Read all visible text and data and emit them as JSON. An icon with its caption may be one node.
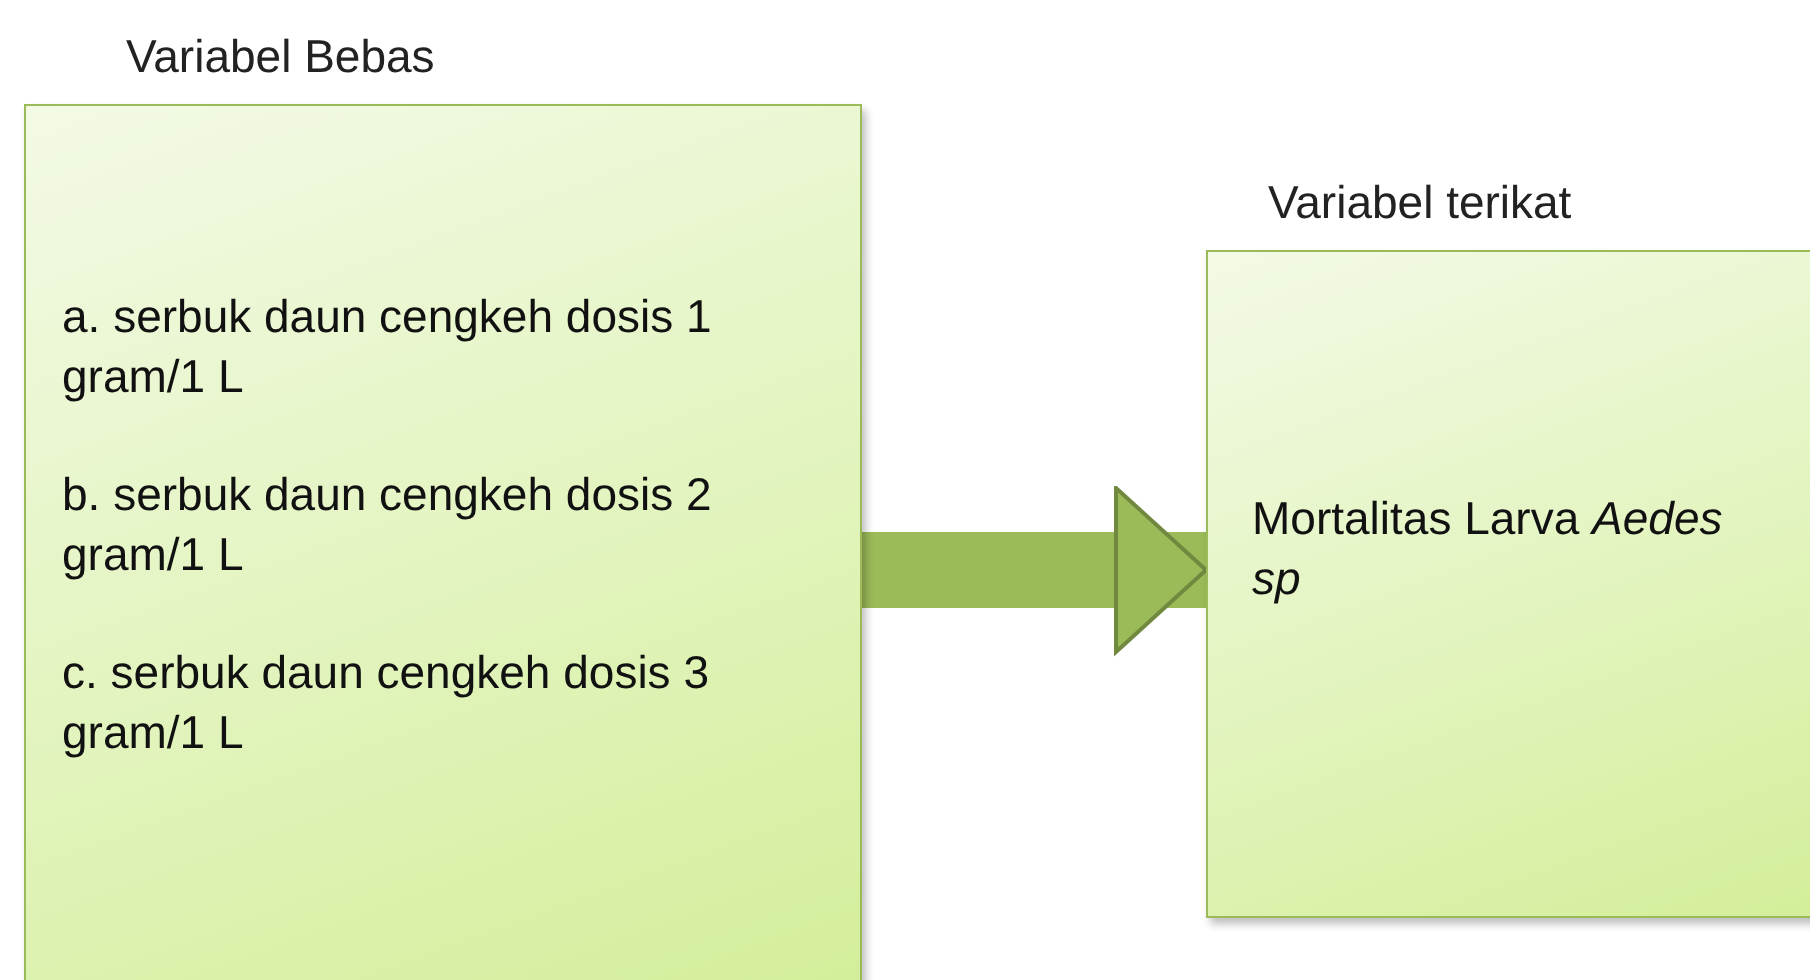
{
  "diagram": {
    "nodes": [
      {
        "text": [
          "Variabel Bebas",
          "a. serbuk daun cengkeh dosis 1 gram/1 L",
          "b. serbuk daun cengkeh dosis 2 gram/1 L",
          "c. serbuk daun cengkeh dosis 3 gram/1 L"
        ]
      },
      {
        "text": [
          "Variabel terikat",
          "Mortalitas Larva *Aedes sp*"
        ]
      }
    ],
    "edges": [
      {
        "from": 0,
        "to": 1,
        "arrow": "to"
      }
    ]
  }
}
